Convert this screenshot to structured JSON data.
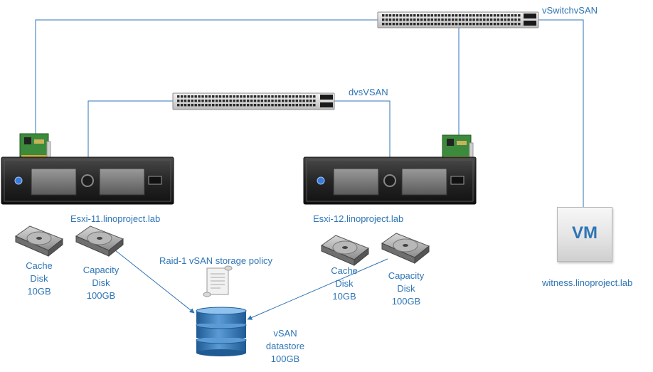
{
  "switches": {
    "top": {
      "label": "vSwitchvSAN",
      "icon": "network-switch-icon"
    },
    "middle": {
      "label": "dvsVSAN",
      "icon": "network-switch-icon"
    }
  },
  "hosts": [
    {
      "label": "Esxi-11.linoproject.lab",
      "icon": "rack-server-icon",
      "disks": [
        {
          "lines": [
            "Cache",
            "Disk",
            "10GB"
          ],
          "icon": "hard-disk-icon"
        },
        {
          "lines": [
            "Capacity",
            "Disk",
            "100GB"
          ],
          "icon": "hard-disk-icon"
        }
      ]
    },
    {
      "label": "Esxi-12.linoproject.lab",
      "icon": "rack-server-icon",
      "disks": [
        {
          "lines": [
            "Cache",
            "Disk",
            "10GB"
          ],
          "icon": "hard-disk-icon"
        },
        {
          "lines": [
            "Capacity",
            "Disk",
            "100GB"
          ],
          "icon": "hard-disk-icon"
        }
      ]
    }
  ],
  "witness": {
    "vm_text": "VM",
    "label": "witness.linoproject.lab",
    "icon": "vm-box-icon"
  },
  "policy": {
    "label": "Raid-1 vSAN storage policy",
    "icon": "document-scroll-icon"
  },
  "datastore": {
    "lines": [
      "vSAN",
      "datastore",
      "100GB"
    ],
    "icon": "database-icon"
  },
  "colors": {
    "line": "#2e75b6",
    "label": "#2e75b6"
  }
}
